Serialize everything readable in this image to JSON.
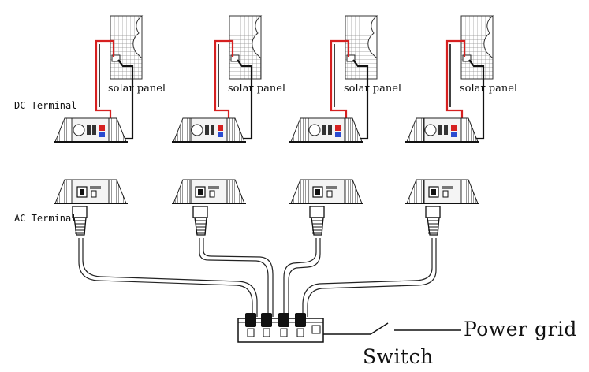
{
  "labels": {
    "dc_terminal": "DC Terminal",
    "ac_terminal": "AC Terminal",
    "solar_panel": "solar panel",
    "power_grid": "Power grid",
    "switch": "Switch"
  },
  "colors": {
    "positive_wire": "#d62020",
    "negative_wire": "#111111",
    "line": "#222222",
    "panel_grid": "#9a9a9a"
  }
}
